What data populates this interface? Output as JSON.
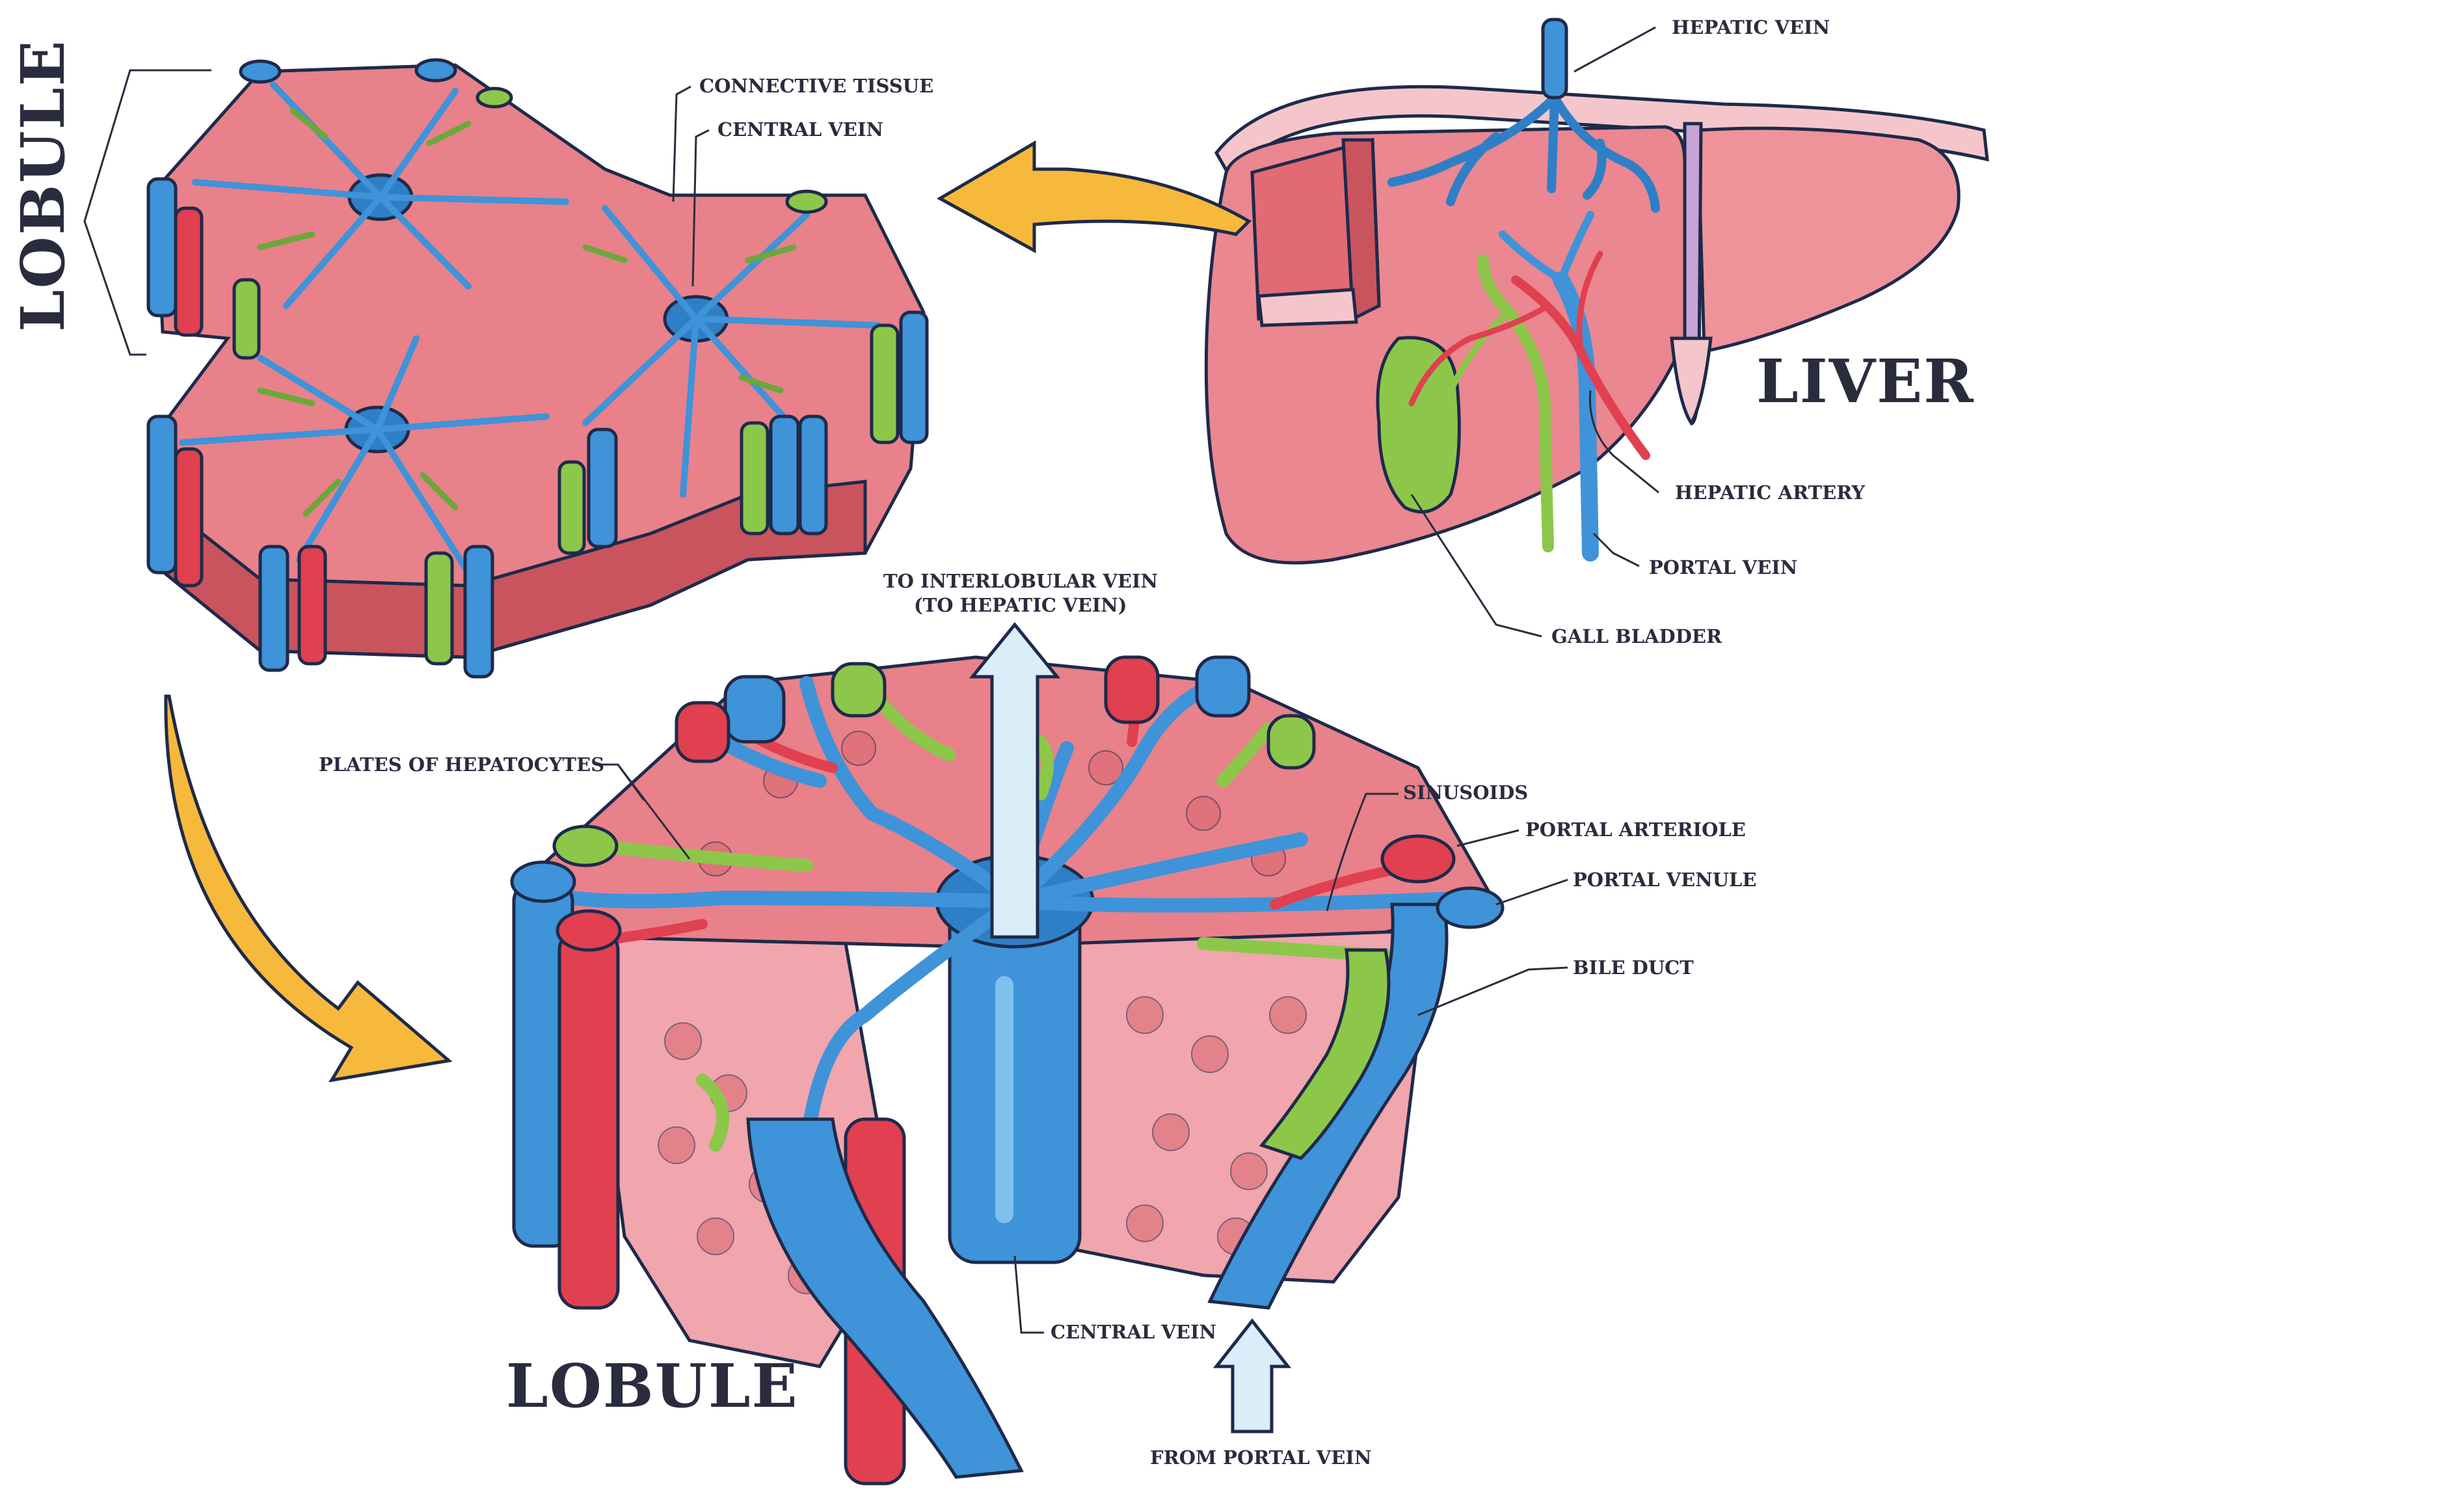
{
  "diagram": {
    "title_lobule_vertical": "LOBULE",
    "title_liver": "LIVER",
    "title_lobule_bottom": "LOBULE",
    "labels": {
      "connective_tissue": "CONNECTIVE TISSUE",
      "central_vein_top": "CENTRAL VEIN",
      "hepatic_vein": "HEPATIC VEIN",
      "hepatic_artery": "HEPATIC ARTERY",
      "portal_vein": "PORTAL VEIN",
      "gall_bladder": "GALL BLADDER",
      "to_interlobular_1": "TO INTERLOBULAR VEIN",
      "to_interlobular_2": "(TO HEPATIC VEIN)",
      "plates_of_hepatocytes": "PLATES OF HEPATOCYTES",
      "sinusoids": "SINUSOIDS",
      "portal_arteriole": "PORTAL ARTERIOLE",
      "portal_venule": "PORTAL VENULE",
      "bile_duct": "BILE DUCT",
      "central_vein_bottom": "CENTRAL VEIN",
      "from_portal_vein": "FROM PORTAL VEIN"
    },
    "colors": {
      "vein_blue": "#3f93d8",
      "artery_red": "#e0404f",
      "bile_green": "#8cc74a",
      "tissue_pink": "#e8818a",
      "tissue_dark": "#c9545e",
      "liver_pink": "#ea8790",
      "arrow_yellow": "#f6b93b",
      "arrow_light": "#d9eef8",
      "outline": "#1e2a4a"
    }
  }
}
